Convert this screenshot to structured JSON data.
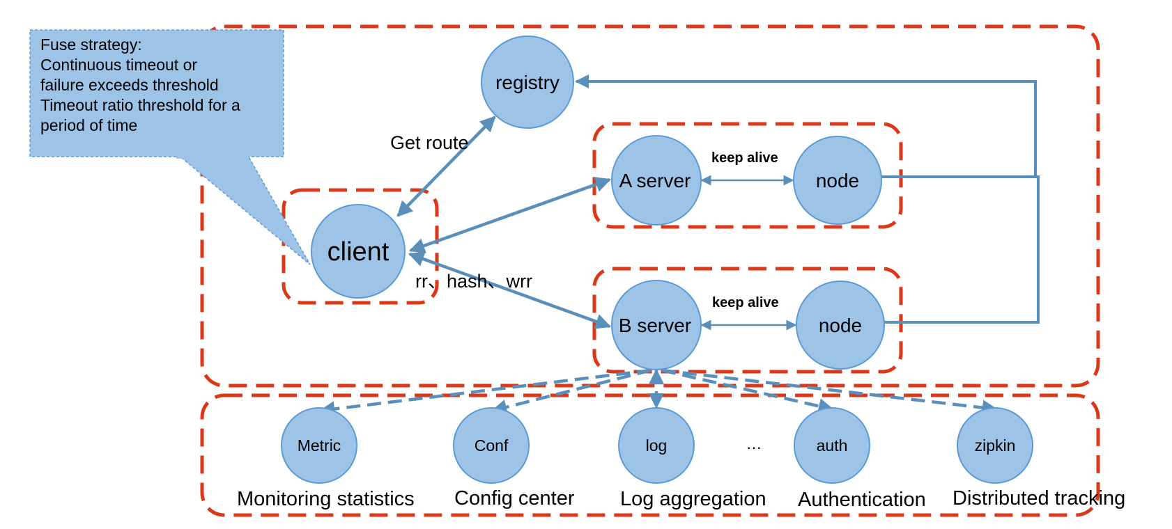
{
  "colors": {
    "node_fill": "#9dc3e6",
    "node_stroke": "#5b9bd5",
    "edge": "#5a8fba",
    "group_border": "#d9391a",
    "callout_fill": "#9dc3e6"
  },
  "callout": {
    "lines": [
      "Fuse strategy:",
      "Continuous timeout or",
      "failure exceeds threshold",
      "Timeout ratio threshold for a",
      "period of time"
    ]
  },
  "nodes": {
    "registry": "registry",
    "client": "client",
    "a_server": "A server",
    "b_server": "B server",
    "node_a": "node",
    "node_b": "node"
  },
  "edges": {
    "get_route": "Get route",
    "lb": "rr、hash、wrr",
    "keep_alive_a": "keep alive",
    "keep_alive_b": "keep alive"
  },
  "services": [
    {
      "name": "Metric",
      "caption": "Monitoring statistics"
    },
    {
      "name": "Conf",
      "caption": "Config center"
    },
    {
      "name": "log",
      "caption": "Log aggregation"
    },
    {
      "name": "auth",
      "caption": "Authentication"
    },
    {
      "name": "zipkin",
      "caption": "Distributed tracking"
    }
  ],
  "ellipsis": "…"
}
